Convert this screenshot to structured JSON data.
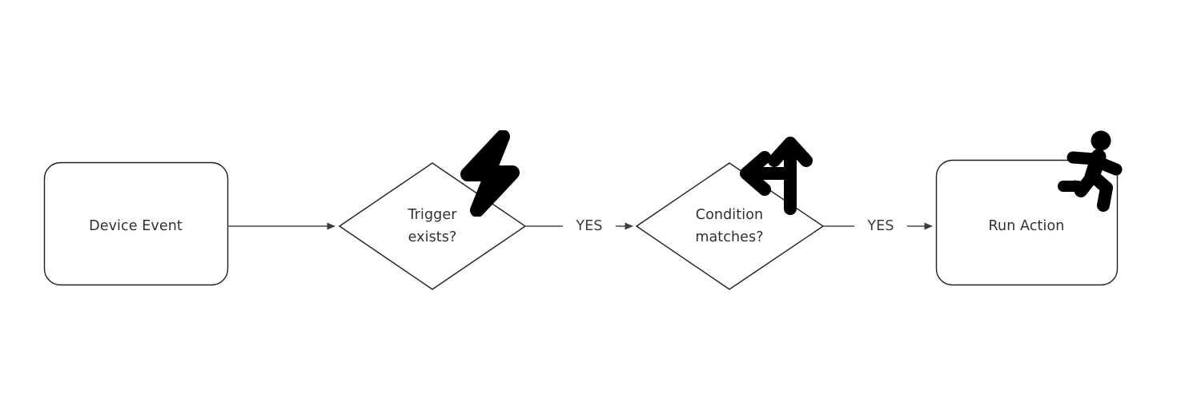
{
  "diagram": {
    "type": "flowchart",
    "orientation": "left-to-right",
    "background_color": "#ffffff",
    "node_stroke_color": "#1f1f1f",
    "node_fill_color": "#ffffff",
    "edge_color": "#4d4d4d",
    "text_color": "#303030",
    "icon_color": "#000000",
    "nodes": [
      {
        "id": "device-event",
        "shape": "rounded-rectangle",
        "label": "Device Event",
        "icon": null
      },
      {
        "id": "trigger-exists",
        "shape": "diamond",
        "label": "Trigger\nexists?",
        "icon": "lightning-bolt-icon"
      },
      {
        "id": "condition-matches",
        "shape": "diamond",
        "label": "Condition\nmatches?",
        "icon": "branch-arrows-icon"
      },
      {
        "id": "run-action",
        "shape": "rounded-rectangle",
        "label": "Run Action",
        "icon": "running-person-icon"
      }
    ],
    "edges": [
      {
        "id": "edge-1",
        "from": "device-event",
        "to": "trigger-exists",
        "label": ""
      },
      {
        "id": "edge-2",
        "from": "trigger-exists",
        "to": "condition-matches",
        "label": "YES"
      },
      {
        "id": "edge-3",
        "from": "condition-matches",
        "to": "run-action",
        "label": "YES"
      }
    ]
  }
}
